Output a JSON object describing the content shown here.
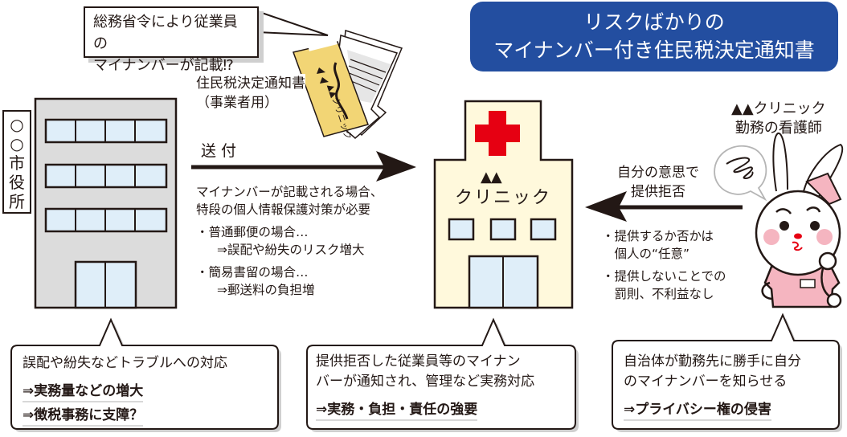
{
  "memo_bubble": {
    "lines": [
      "総務省令により従業員の",
      "マイナンバーが記載⁉"
    ]
  },
  "title": {
    "line1": "リスクばかりの",
    "line2": "マイナンバー付き住民税決定通知書",
    "background_color": "#234ea0"
  },
  "notice_document": {
    "label_line1": "住民税決定通知書",
    "label_line2": "（事業者用）",
    "envelope_label": "▲▲クリニック",
    "envelope_color": "#f2d575"
  },
  "city_hall": {
    "sign": [
      "○",
      "○",
      "市",
      "役",
      "所"
    ],
    "wall_color": "#dcdcdc",
    "window_color": "#dfeef9"
  },
  "send_arrow": {
    "label": "送付",
    "notes": {
      "intro_line1": "マイナンバーが記載される場合、",
      "intro_line2": "特段の個人情報保護対策が必要",
      "bullets": [
        {
          "head": "・普通郵便の場合…",
          "result": "⇒誤配や紛失のリスク増大"
        },
        {
          "head": "・簡易書留の場合…",
          "result": "⇒郵送料の負担増"
        }
      ]
    }
  },
  "clinic": {
    "triangles": "▲▲",
    "name": "クリニック",
    "wall_color": "#fff9dc",
    "cross_color": "#e60012"
  },
  "nurse": {
    "label_line1": "▲▲クリニック",
    "label_line2": "勤務の看護師",
    "accent_color": "#f5b5c0"
  },
  "refuse_arrow": {
    "label_line1": "自分の意思で",
    "label_line2": "提供拒否",
    "notes": [
      {
        "line1": "・提供するか否かは",
        "line2": "　個人の“任意”"
      },
      {
        "line1": "・提供しないことでの",
        "line2": "　罰則、不利益なし"
      }
    ]
  },
  "callouts": [
    {
      "text": [
        "誤配や紛失などトラブルへの対応"
      ],
      "emphasis": [
        "⇒実務量などの増大",
        "⇒徴税事務に支障？"
      ]
    },
    {
      "text": [
        "提供拒否した従業員等のマイナン",
        "バーが通知され、管理など実務対応"
      ],
      "emphasis": [
        "⇒実務・負担・責任の強要"
      ]
    },
    {
      "text": [
        "自治体が勤務先に勝手に自分",
        "のマイナンバーを知らせる"
      ],
      "emphasis": [
        "⇒プライバシー権の侵害"
      ]
    }
  ]
}
